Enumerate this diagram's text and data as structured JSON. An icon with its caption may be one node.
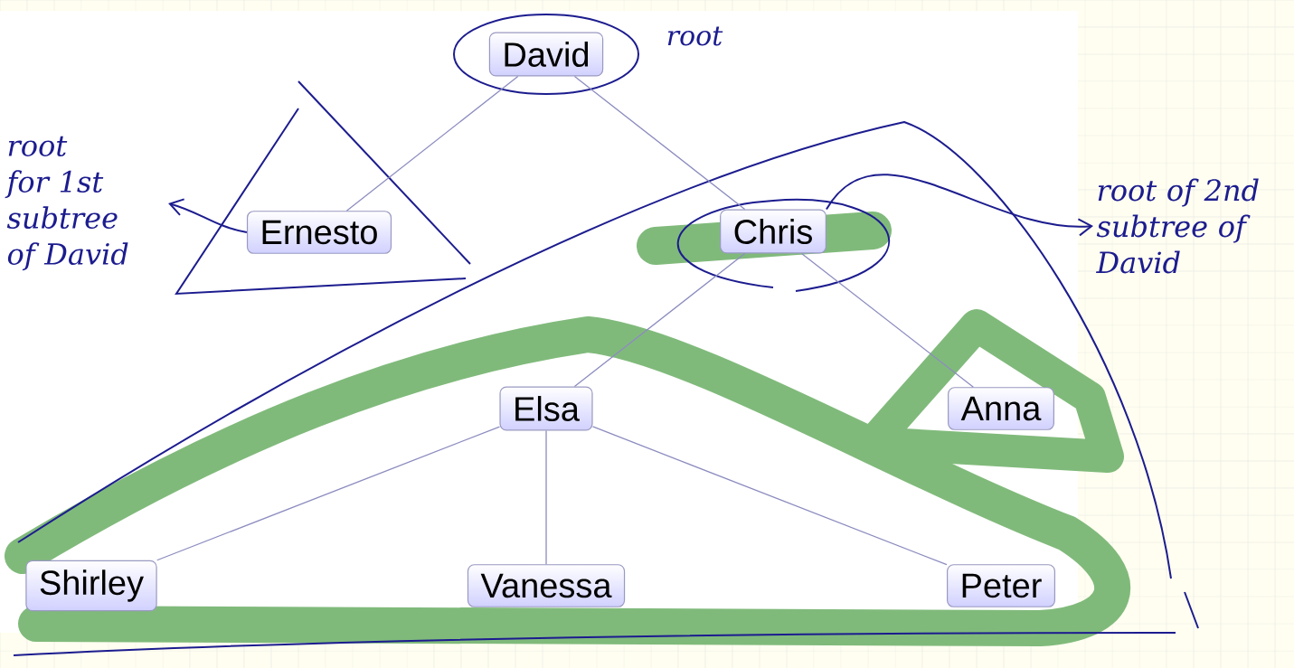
{
  "diagram": {
    "nodes": [
      {
        "text": [
          "David"
        ]
      },
      {
        "text": [
          "Ernesto"
        ]
      },
      {
        "text": [
          "Chris"
        ]
      },
      {
        "text": [
          "Elsa"
        ]
      },
      {
        "text": [
          "Anna"
        ]
      },
      {
        "text": [
          "Shirley"
        ]
      },
      {
        "text": [
          "Vanessa"
        ]
      },
      {
        "text": [
          "Peter"
        ]
      },
      {
        "text": [
          "root for 1st subtree of David"
        ]
      },
      {
        "text": [
          "root of 2nd subtree of David"
        ]
      }
    ],
    "edges": [
      {
        "from": 0,
        "to": 1,
        "arrow": "none"
      },
      {
        "from": 0,
        "to": 2,
        "arrow": "none"
      },
      {
        "from": 2,
        "to": 3,
        "arrow": "none"
      },
      {
        "from": 2,
        "to": 4,
        "arrow": "none"
      },
      {
        "from": 3,
        "to": 5,
        "arrow": "none"
      },
      {
        "from": 3,
        "to": 6,
        "arrow": "none"
      },
      {
        "from": 3,
        "to": 7,
        "arrow": "none"
      },
      {
        "from": 1,
        "to": 8,
        "arrow": "to",
        "color": "#1c1c8f"
      },
      {
        "from": 2,
        "to": 9,
        "arrow": "to",
        "color": "#1c1c8f"
      }
    ],
    "labels": [
      "root"
    ]
  }
}
